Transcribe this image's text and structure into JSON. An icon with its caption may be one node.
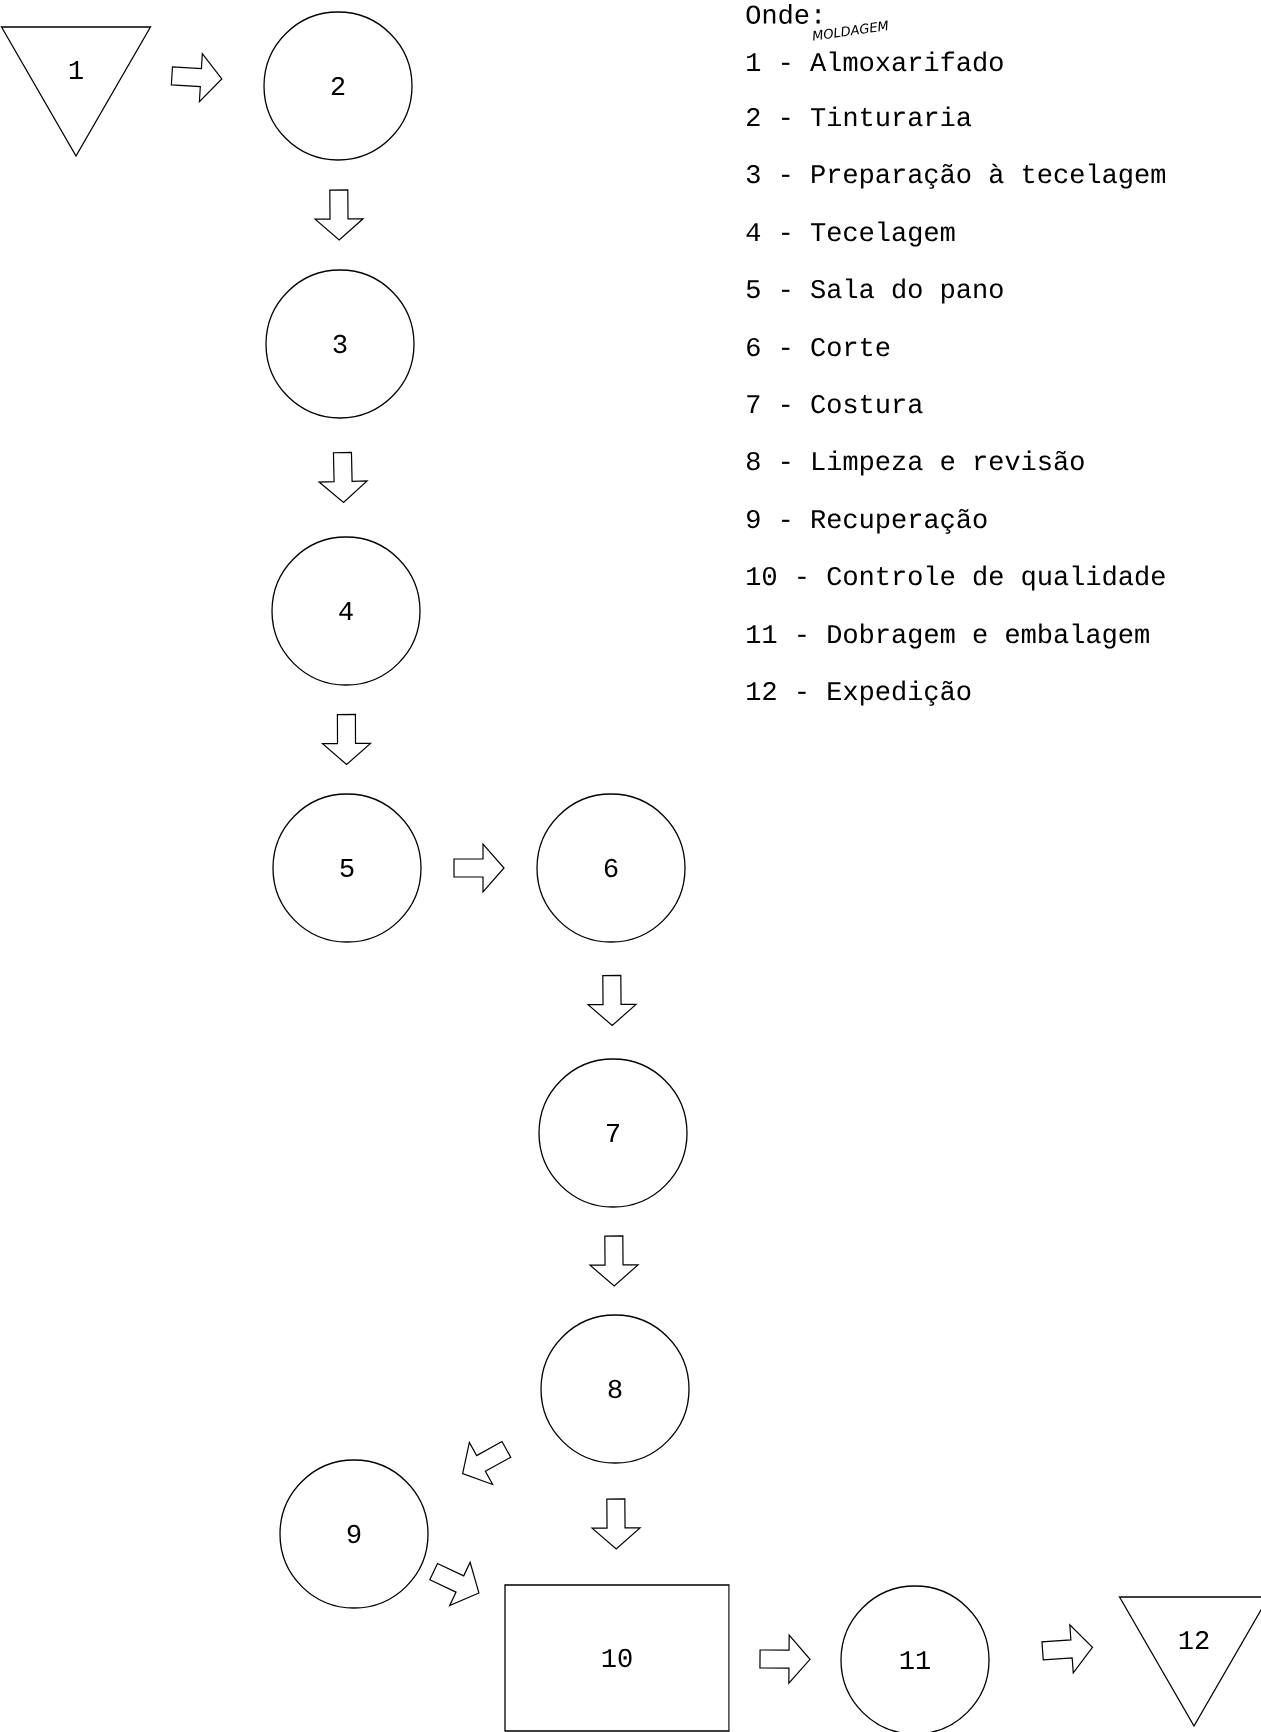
{
  "diagram": {
    "nodes": [
      {
        "text": [
          "1"
        ]
      },
      {
        "text": [
          "2"
        ]
      },
      {
        "text": [
          "3"
        ]
      },
      {
        "text": [
          "4"
        ]
      },
      {
        "text": [
          "5"
        ]
      },
      {
        "text": [
          "6"
        ]
      },
      {
        "text": [
          "7"
        ]
      },
      {
        "text": [
          "8"
        ]
      },
      {
        "text": [
          "9"
        ]
      },
      {
        "text": [
          "10"
        ]
      },
      {
        "text": [
          "11"
        ]
      },
      {
        "text": [
          "12"
        ]
      }
    ],
    "edges": [
      {
        "from": 0,
        "to": 1,
        "arrow": "to"
      },
      {
        "from": 1,
        "to": 2,
        "arrow": "to"
      },
      {
        "from": 2,
        "to": 3,
        "arrow": "to"
      },
      {
        "from": 3,
        "to": 4,
        "arrow": "to"
      },
      {
        "from": 4,
        "to": 5,
        "arrow": "to"
      },
      {
        "from": 5,
        "to": 6,
        "arrow": "to"
      },
      {
        "from": 6,
        "to": 7,
        "arrow": "to"
      },
      {
        "from": 7,
        "to": 8,
        "arrow": "to"
      },
      {
        "from": 7,
        "to": 9,
        "arrow": "to"
      },
      {
        "from": 8,
        "to": 9,
        "arrow": "to"
      },
      {
        "from": 9,
        "to": 10,
        "arrow": "to"
      },
      {
        "from": 10,
        "to": 11,
        "arrow": "to"
      }
    ],
    "labels": [
      "Onde:",
      "MOLDAGEM",
      "1 - Almoxarifado",
      "2 - Tinturaria",
      "3 - Preparação à tecelagem",
      "4 - Tecelagem",
      "5 - Sala do pano",
      "6 - Corte",
      "7 - Costura",
      "8 - Limpeza e revisão",
      "9 - Recuperação",
      "10 - Controle de qualidade",
      "11 - Dobragem e embalagem",
      "12 - Expedição"
    ]
  }
}
